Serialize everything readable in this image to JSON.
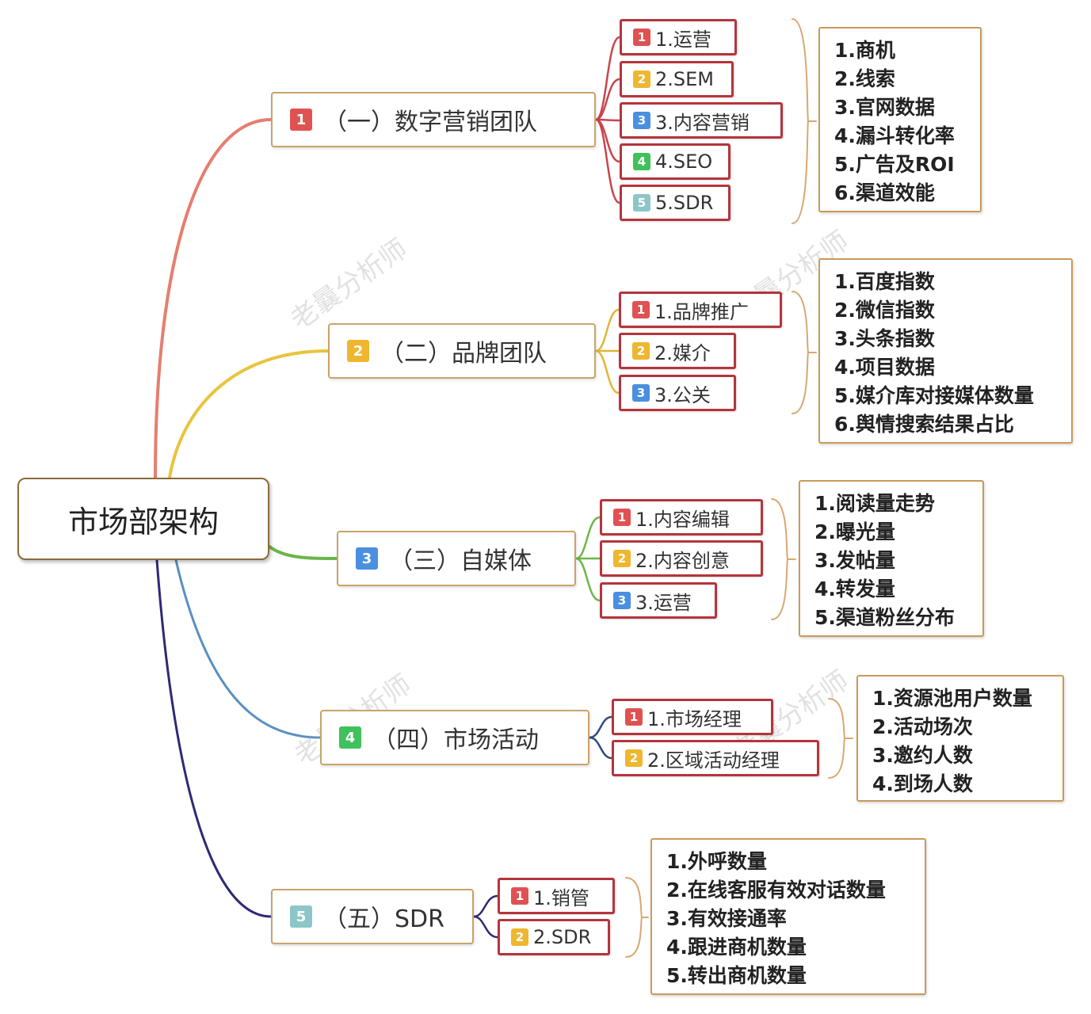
{
  "root": "市场部架构",
  "watermark": "老曩分析师",
  "colors": {
    "badge_red": "#e05252",
    "badge_orange": "#efb630",
    "badge_blue": "#4a8fe0",
    "badge_green": "#3fc15b",
    "badge_teal": "#8dc6c9",
    "branch_1": "#e57e70",
    "branch_2": "#e8c43c",
    "branch_3": "#6bb64a",
    "branch_4": "#5b8fc2",
    "branch_5": "#2e2a74"
  },
  "branches": [
    {
      "badge": "1",
      "label": "（一）数字营销团队",
      "children": [
        {
          "badge": "1",
          "label": "1.运营"
        },
        {
          "badge": "2",
          "label": "2.SEM"
        },
        {
          "badge": "3",
          "label": "3.内容营销"
        },
        {
          "badge": "4",
          "label": "4.SEO"
        },
        {
          "badge": "5",
          "label": "5.SDR"
        }
      ],
      "metrics": [
        "1.商机",
        "2.线索",
        "3.官网数据",
        "4.漏斗转化率",
        "5.广告及ROI",
        "6.渠道效能"
      ]
    },
    {
      "badge": "2",
      "label": "（二）品牌团队",
      "children": [
        {
          "badge": "1",
          "label": "1.品牌推广"
        },
        {
          "badge": "2",
          "label": "2.媒介"
        },
        {
          "badge": "3",
          "label": "3.公关"
        }
      ],
      "metrics": [
        "1.百度指数",
        "2.微信指数",
        "3.头条指数",
        "4.项目数据",
        "5.媒介库对接媒体数量",
        "6.舆情搜索结果占比"
      ]
    },
    {
      "badge": "3",
      "label": "（三）自媒体",
      "children": [
        {
          "badge": "1",
          "label": "1.内容编辑"
        },
        {
          "badge": "2",
          "label": "2.内容创意"
        },
        {
          "badge": "3",
          "label": "3.运营"
        }
      ],
      "metrics": [
        "1.阅读量走势",
        "2.曝光量",
        "3.发帖量",
        "4.转发量",
        "5.渠道粉丝分布"
      ]
    },
    {
      "badge": "4",
      "label": "（四）市场活动",
      "children": [
        {
          "badge": "1",
          "label": "1.市场经理"
        },
        {
          "badge": "2",
          "label": "2.区域活动经理"
        }
      ],
      "metrics": [
        "1.资源池用户数量",
        "2.活动场次",
        "3.邀约人数",
        "4.到场人数"
      ]
    },
    {
      "badge": "5",
      "label": "（五）SDR",
      "children": [
        {
          "badge": "1",
          "label": "1.销管"
        },
        {
          "badge": "2",
          "label": "2.SDR"
        }
      ],
      "metrics": [
        "1.外呼数量",
        "2.在线客服有效对话数量",
        "3.有效接通率",
        "4.跟进商机数量",
        "5.转出商机数量"
      ]
    }
  ]
}
